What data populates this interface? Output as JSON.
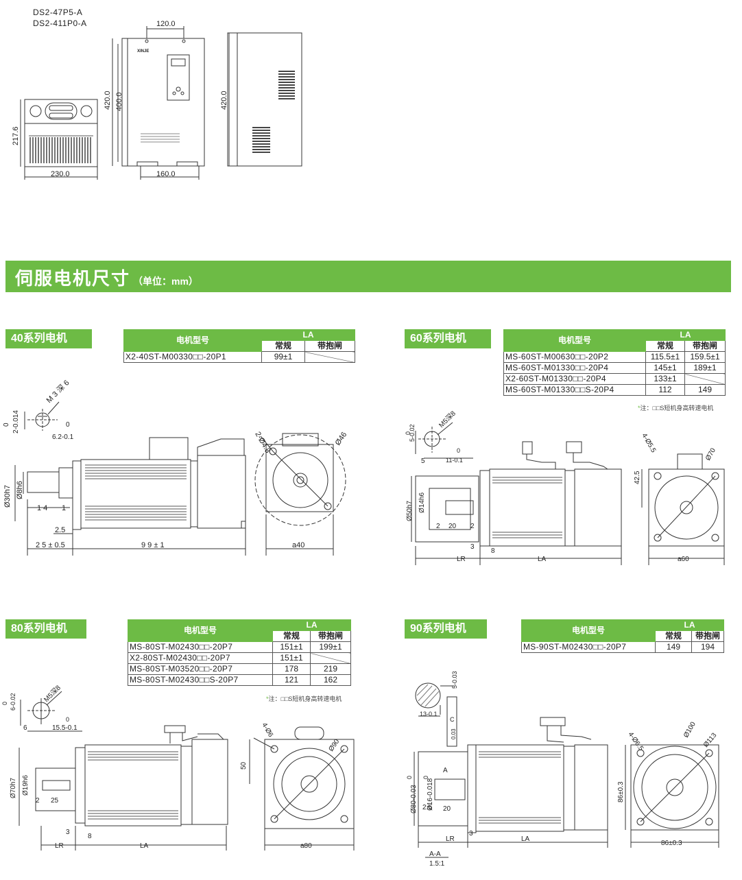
{
  "top": {
    "models": [
      "DS2-47P5-A",
      "DS2-411P0-A"
    ],
    "dims": {
      "front_width": "120.0",
      "front_height_outer": "420.0",
      "front_height_inner": "400.0",
      "front_bottom": "160.0",
      "side_height": "420.0",
      "top_depth": "217.6",
      "top_width": "230.0",
      "brand": "XINJE"
    }
  },
  "section": {
    "title": "伺服电机尺寸",
    "unit": "（单位：mm）"
  },
  "tables": {
    "header_model": "电机型号",
    "header_la": "LA",
    "header_normal": "常规",
    "header_brake": "带抱闸",
    "s40": {
      "tag": "40系列电机",
      "rows": [
        {
          "model": "X2-40ST-M00330□□-20P1",
          "normal": "99±1",
          "brake": ""
        }
      ]
    },
    "s60": {
      "tag": "60系列电机",
      "rows": [
        {
          "model": "MS-60ST-M00630□□-20P2",
          "normal": "115.5±1",
          "brake": "159.5±1"
        },
        {
          "model": "MS-60ST-M01330□□-20P4",
          "normal": "145±1",
          "brake": "189±1"
        },
        {
          "model": "X2-60ST-M01330□□-20P4",
          "normal": "133±1",
          "brake": ""
        },
        {
          "model": "MS-60ST-M01330□□S-20P4",
          "normal": "112",
          "brake": "149"
        }
      ],
      "note_star": "*",
      "note": "注：□□S短机身高转速电机"
    },
    "s80": {
      "tag": "80系列电机",
      "rows": [
        {
          "model": "MS-80ST-M02430□□-20P7",
          "normal": "151±1",
          "brake": "199±1"
        },
        {
          "model": "X2-80ST-M02430□□-20P7",
          "normal": "151±1",
          "brake": ""
        },
        {
          "model": "MS-80ST-M03520□□-20P7",
          "normal": "178",
          "brake": "219"
        },
        {
          "model": "MS-80ST-M02430□□S-20P7",
          "normal": "121",
          "brake": "162"
        }
      ],
      "note_star": "*",
      "note": "注：□□S短机身高转速电机"
    },
    "s90": {
      "tag": "90系列电机",
      "rows": [
        {
          "model": "MS-90ST-M02430□□-20P7",
          "normal": "149",
          "brake": "194"
        }
      ]
    }
  },
  "drawings": {
    "d40": {
      "thread": "M 3 深 6",
      "k_top": "0",
      "k_bot": "2-0.014",
      "k2_top": "0",
      "k2_bot": "6.2-0.1",
      "shaft": "Ø8h6",
      "flange": "Ø30h7",
      "d14": "1 4",
      "d1": "1",
      "d25": "2.5",
      "lr": "2 5 ±  0.5",
      "la": "9 9 ± 1",
      "holes": "2-Ø4.3",
      "pcd": "Ø46",
      "a": "a40"
    },
    "d60": {
      "thread": "M5深8",
      "k_top": "0",
      "k_bot": "5-0.02",
      "k2_top": "0",
      "k2_bot": "11-0.1",
      "d5": "5",
      "shaft": "Ø14h6",
      "flange": "Ø50h7",
      "d2a": "2",
      "d20": "20",
      "d2b": "2",
      "d3": "3",
      "d8": "8",
      "lr": "LR",
      "la": "LA",
      "holes": "4-Ø5.5",
      "pcd": "Ø70",
      "h": "42.5",
      "a": "a60"
    },
    "d80": {
      "thread": "M5深8",
      "k_top": "0",
      "k_bot": "6-0.02",
      "k2_top": "0",
      "k2_bot": "15.5-0.1",
      "d6": "6",
      "shaft": "Ø19h6",
      "flange": "Ø70h7",
      "d2": "2",
      "d25": "25",
      "d3": "3",
      "d8": "8",
      "lr": "LR",
      "la": "LA",
      "holes": "4-Ø6",
      "pcd": "Ø90",
      "h": "50",
      "a": "a80"
    },
    "d90": {
      "k5": "5-0.03",
      "k13": "13-0.1",
      "c": "C",
      "t": "0.03",
      "shaft_top": "0",
      "shaft": "Ø16-0.018",
      "flange_top": "0",
      "flange": "Ø80-0.03",
      "a_label": "A",
      "d25": "2.5",
      "d20": "20",
      "d3": "3",
      "lr": "LR",
      "la": "LA",
      "holes": "4-Ø6.5",
      "pcd1": "Ø100",
      "pcd2": "Ø113",
      "h": "86±0.3",
      "w": "86±0.3",
      "section": "A-A",
      "scale": "1.5:1"
    }
  },
  "colors": {
    "accent": "#6dbb45",
    "line": "#333333"
  }
}
